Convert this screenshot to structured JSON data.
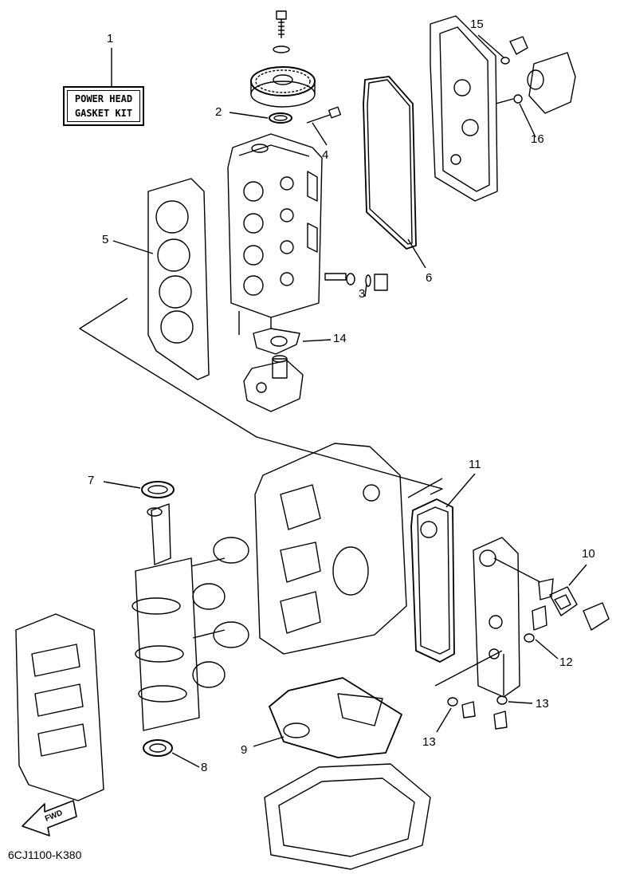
{
  "label_box": {
    "line1": "POWER HEAD",
    "line2": "GASKET KIT"
  },
  "callouts": {
    "n1": "1",
    "n2": "2",
    "n3": "3",
    "n4": "4",
    "n5": "5",
    "n6": "6",
    "n7": "7",
    "n8": "8",
    "n9": "9",
    "n10": "10",
    "n11": "11",
    "n12": "12",
    "n13a": "13",
    "n13b": "13",
    "n14": "14",
    "n15": "15",
    "n16": "16"
  },
  "fwd_arrow": "FWD",
  "diagram_code": "6CJ1100-K380",
  "colors": {
    "ink": "#000000",
    "paper": "#ffffff"
  }
}
